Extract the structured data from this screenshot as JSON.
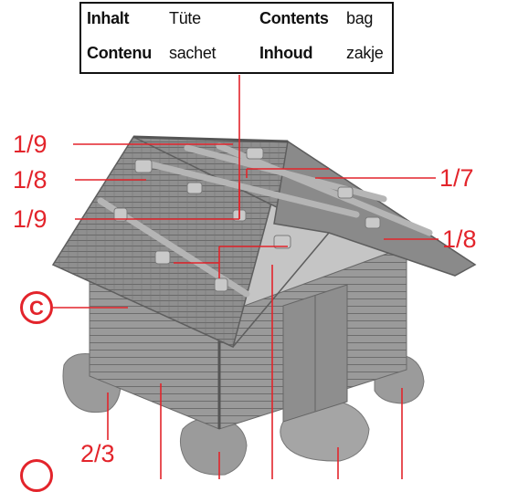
{
  "legend": {
    "row1": {
      "k1": "Inhalt",
      "v1": "Tüte",
      "k2": "Contents",
      "v2": "bag"
    },
    "row2": {
      "k1": "Contenu",
      "v1": "sachet",
      "k2": "Inhoud",
      "v2": "zakje"
    }
  },
  "callouts": {
    "left_top": "1/9",
    "left_mid": "1/8",
    "left_low": "1/9",
    "right_top": "1/7",
    "right_low": "1/8",
    "foot_left": "2/3",
    "badge": "C"
  },
  "colors": {
    "callout": "#e3242b",
    "frame": "#111111",
    "model": "#8a8a8a"
  }
}
